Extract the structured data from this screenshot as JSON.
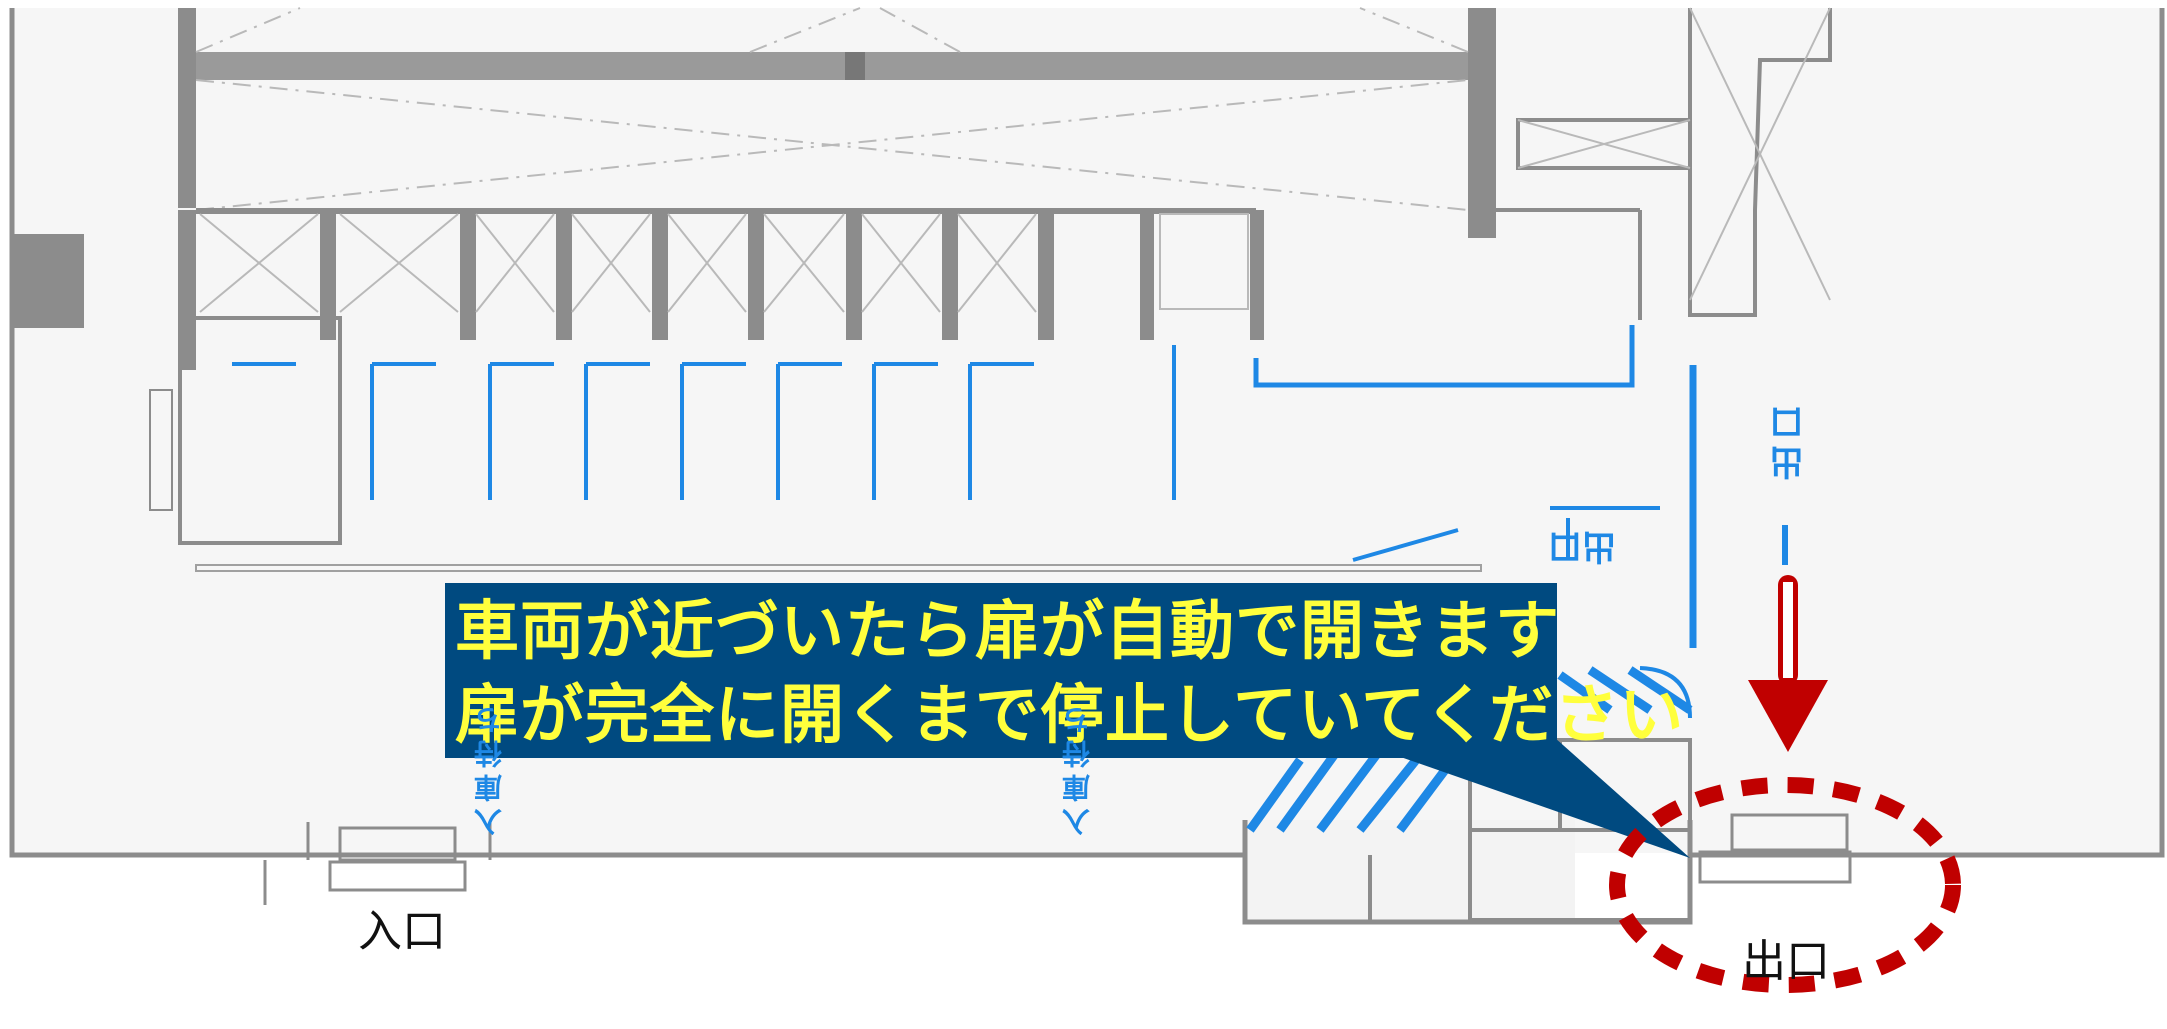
{
  "callout": {
    "line1": "車両が近づいたら扉が自動で開きます",
    "line2": "扉が完全に開くまで停止していてください"
  },
  "labels": {
    "entrance": "入口",
    "exit": "出口"
  },
  "floor_markings": {
    "exit_vertical": "出口",
    "exit_horizontal": "出口",
    "waiting_left": "入庫待ち",
    "waiting_right": "入庫待ち"
  },
  "colors": {
    "callout_bg": "#004a80",
    "callout_text": "#ffff3c",
    "marking_blue": "#1e88e5",
    "arrow_red": "#c00000",
    "wall_gray": "#8c8c8c",
    "floor_bg": "#f6f6f6"
  }
}
